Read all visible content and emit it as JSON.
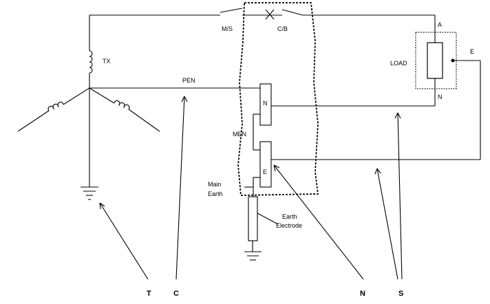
{
  "labels": {
    "tx": "TX",
    "ms": "M/S",
    "cb": "C/B",
    "pen": "PEN",
    "a": "A",
    "load": "LOAD",
    "e_right": "E",
    "n_right": "N",
    "n_bar": "N",
    "men": "MEN",
    "e_bar": "E",
    "main_earth_line1": "Main",
    "main_earth_line2": "Earth",
    "electrode_line1": "Earth",
    "electrode_line2": "Electrode"
  },
  "system_letters": {
    "t": "T",
    "c": "C",
    "n": "N",
    "s": "S"
  }
}
